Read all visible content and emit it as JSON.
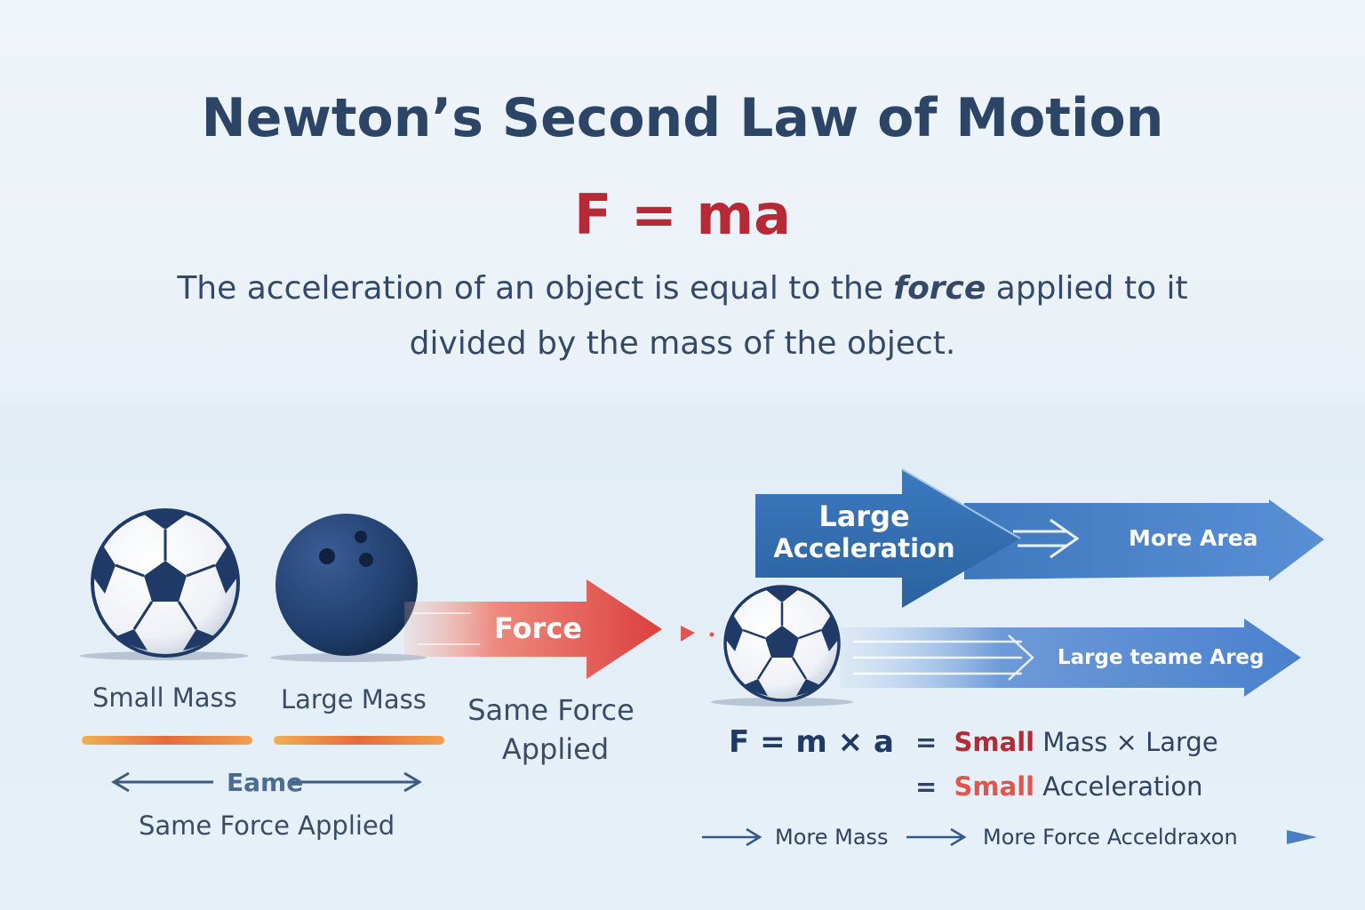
{
  "header": {
    "title": "Newton’s Second Law of Motion",
    "formula": "F = ma",
    "description_before": "The acceleration of an object is equal to the ",
    "description_emphasis": "force",
    "description_after_line1": " applied to it",
    "description_line2": "divided by the mass of the object."
  },
  "objects": {
    "small_mass_label": "Small Mass",
    "large_mass_label": "Large Mass",
    "same_label": "Eame",
    "same_force_caption": "Same Force Applied"
  },
  "force": {
    "arrow_label": "Force",
    "caption_line1": "Same Force",
    "caption_line2": "Applied"
  },
  "acceleration": {
    "large_acceleration_line1": "Large",
    "large_acceleration_line2": "Acceleration",
    "more_area": "More Area",
    "large_teame_area": "Large teame Areg"
  },
  "equation": {
    "fma": "F = m × a",
    "eq1_sign": "=",
    "eq1_highlight": "Small",
    "eq1_rest": " Mass",
    "eq1_times": "×",
    "eq1_tail": "Large",
    "eq2_sign": "=",
    "eq2_highlight": "Small",
    "eq2_rest": " Acceleration"
  },
  "footer": {
    "more_mass": "More Mass",
    "more_force": "More Force Acceldraxon"
  },
  "colors": {
    "title": "#2c4566",
    "formula_red": "#b52a35",
    "force_red": "#e04a45",
    "blue_dark": "#2e6aa8",
    "blue_light": "#4f87cf",
    "navy": "#1f3a66"
  }
}
